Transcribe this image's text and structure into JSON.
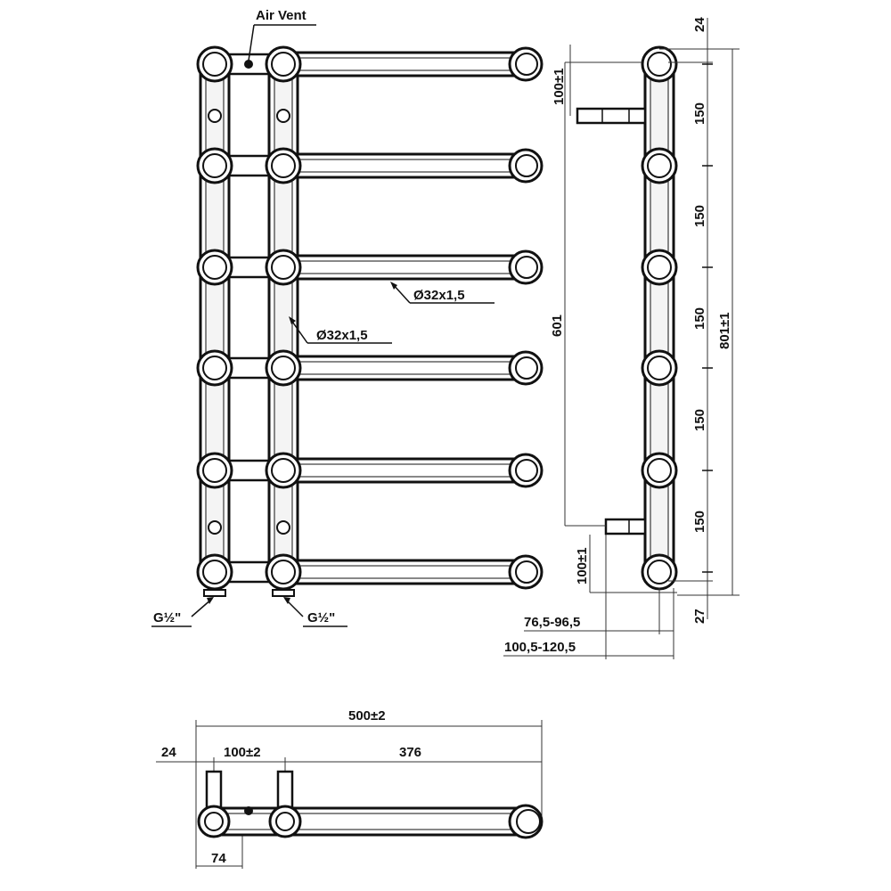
{
  "labels": {
    "air_vent": "Air Vent",
    "pipe_dia_1": "Ø32x1,5",
    "pipe_dia_2": "Ø32x1,5",
    "thread_left": "G½\"",
    "thread_right": "G½\""
  },
  "side_view": {
    "top_offset": "24",
    "upper_conn": "100±1",
    "spacings": [
      "150",
      "150",
      "150",
      "150",
      "150"
    ],
    "height_601": "601",
    "total_height": "801±1",
    "lower_conn": "100±1",
    "bottom_offset": "27",
    "depth_range_1": "76,5-96,5",
    "depth_range_2": "100,5-120,5"
  },
  "top_view": {
    "total_width": "500±2",
    "left_offset": "24",
    "centers": "100±2",
    "bar_length": "376",
    "depth": "74"
  },
  "colors": {
    "line": "#111111",
    "fill": "#ffffff",
    "tube_inner": "#f4f4f4"
  }
}
